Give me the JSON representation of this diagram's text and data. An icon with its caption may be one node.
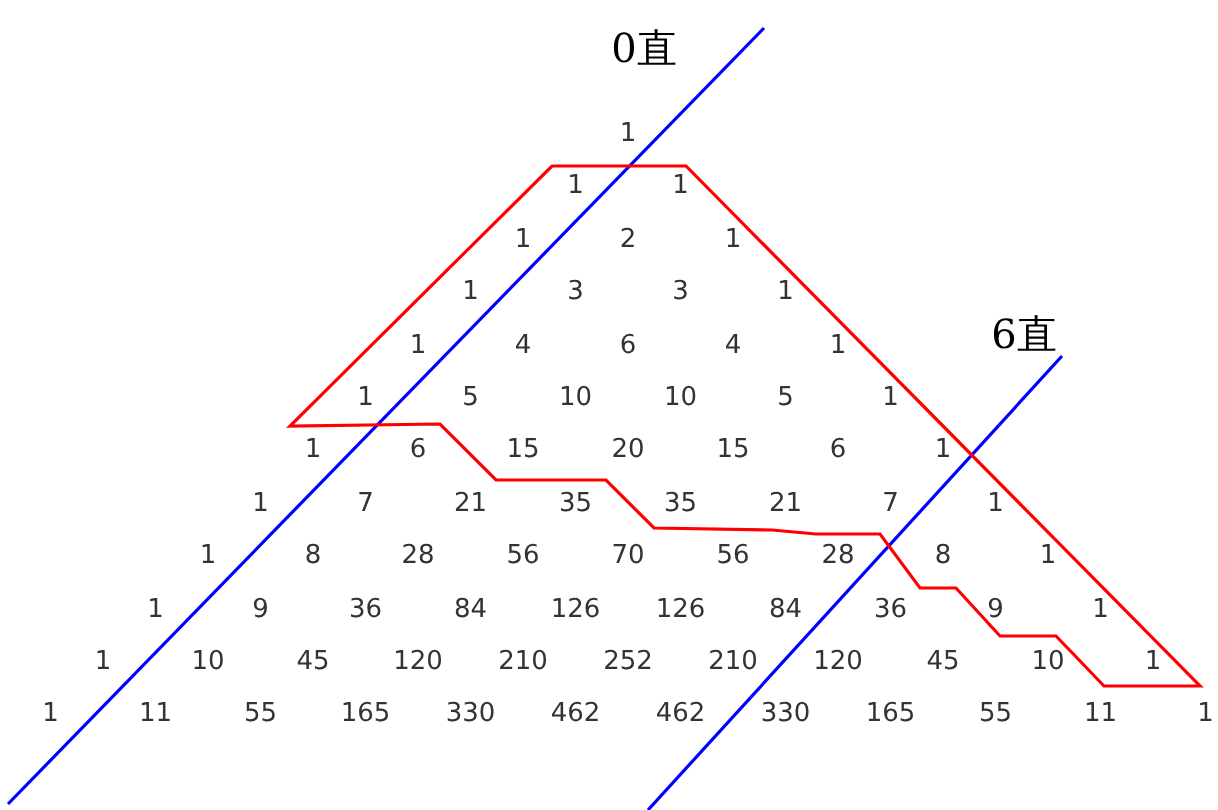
{
  "diagram": {
    "labels": [
      "0直",
      "6直",
      "1",
      "1",
      "1",
      "1",
      "2",
      "1",
      "1",
      "3",
      "3",
      "1",
      "1",
      "4",
      "6",
      "4",
      "1",
      "1",
      "5",
      "10",
      "10",
      "5",
      "1",
      "1",
      "6",
      "15",
      "20",
      "15",
      "6",
      "1",
      "1",
      "7",
      "21",
      "35",
      "35",
      "21",
      "7",
      "1",
      "1",
      "8",
      "28",
      "56",
      "70",
      "56",
      "28",
      "8",
      "1",
      "1",
      "9",
      "36",
      "84",
      "126",
      "126",
      "84",
      "36",
      "9",
      "1",
      "1",
      "10",
      "45",
      "120",
      "210",
      "252",
      "210",
      "120",
      "45",
      "10",
      "1",
      "1",
      "11",
      "55",
      "165",
      "330",
      "462",
      "462",
      "330",
      "165",
      "55",
      "11",
      "1"
    ]
  }
}
